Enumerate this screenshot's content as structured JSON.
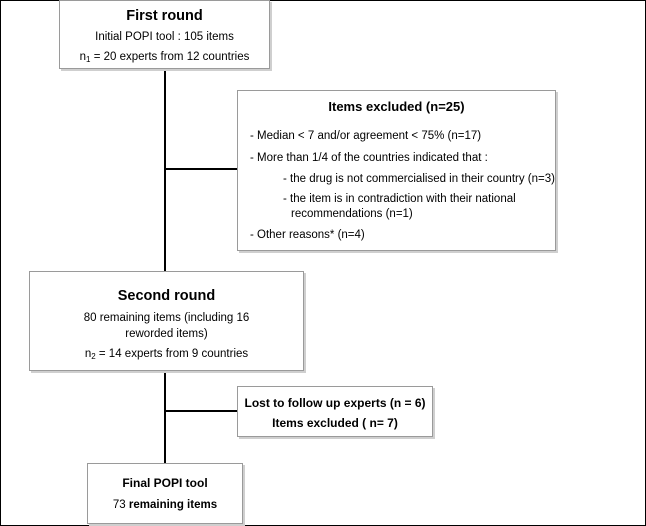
{
  "first_round": {
    "title": "First round",
    "line1": "Initial POPI tool : 105 items",
    "line2_prefix": "n",
    "line2_sub": "1",
    "line2_rest": " = 20 experts from 12 countries"
  },
  "excluded": {
    "title": "Items excluded (n=25)",
    "item1": "- Median < 7 and/or agreement < 75% (n=17)",
    "item2": "- More than 1/4 of the countries indicated that :",
    "sub1": "- the drug is  not commercialised in their country (n=3)",
    "sub2a": "- the item is in contradiction with their national",
    "sub2b": "recommendations (n=1)",
    "item3": "- Other reasons* (n=4)"
  },
  "second_round": {
    "title": "Second round",
    "line1a": "80 remaining items (including 16",
    "line1b": "reworded items)",
    "line2_prefix": "n",
    "line2_sub": "2",
    "line2_rest": " = 14 experts from 9 countries"
  },
  "lost": {
    "line1": "Lost to follow up experts (n = 6)",
    "line2": "Items excluded ( n= 7)"
  },
  "final": {
    "title": "Final POPI tool",
    "line1_num": "73",
    "line1_rest": " remaining items"
  }
}
